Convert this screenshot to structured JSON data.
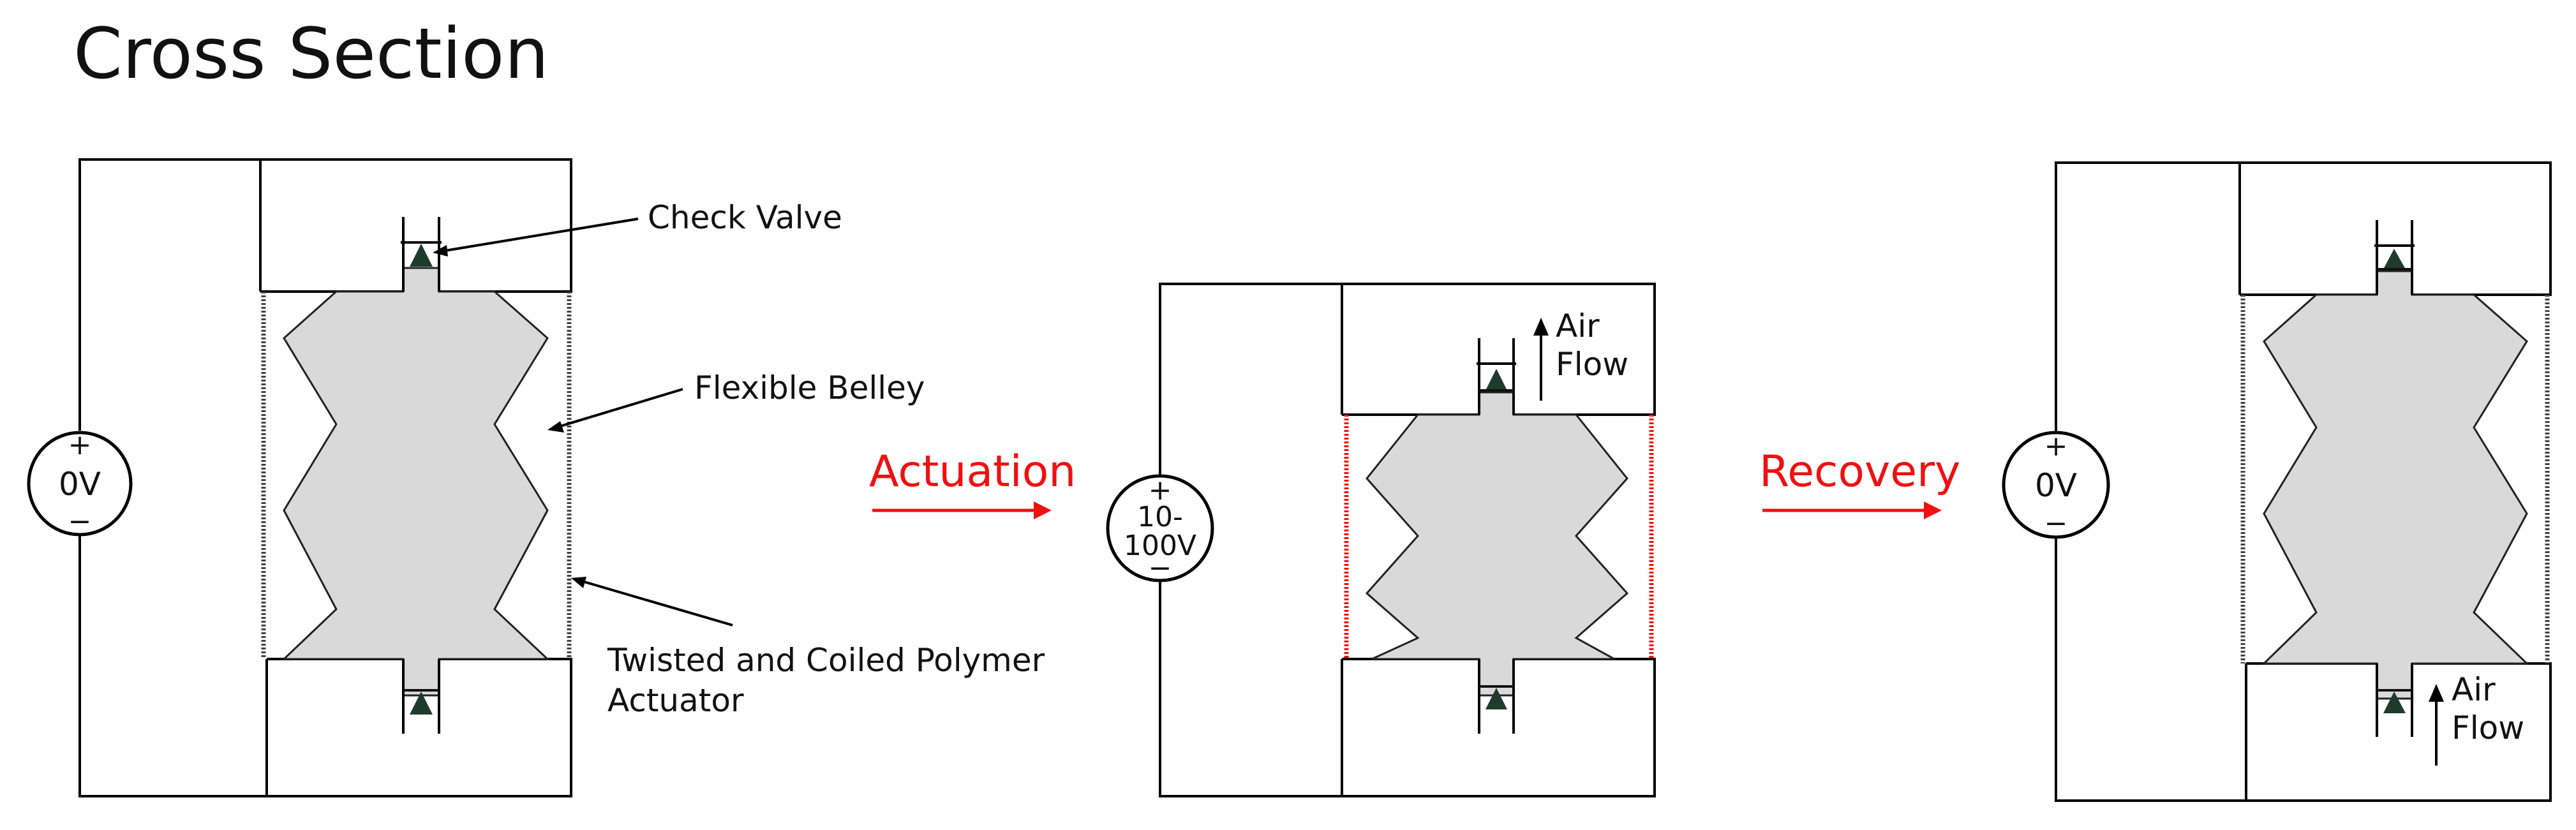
{
  "title": "Cross Section",
  "labels": {
    "check_valve": "Check Valve",
    "flexible_belley": "Flexible Belley",
    "tcp_line1": "Twisted and Coiled Polymer",
    "tcp_line2": "Actuator",
    "air": "Air",
    "flow": "Flow"
  },
  "steps": {
    "actuation": "Actuation",
    "recovery": "Recovery"
  },
  "sources": {
    "off": "0V",
    "on_line1": "10-",
    "on_line2": "100V",
    "plus": "+",
    "minus": "−"
  },
  "colors": {
    "accent": "#ee1111",
    "bellows_fill": "#d9d9d9",
    "valve": "#1f3b2c",
    "stroke": "#000000"
  }
}
